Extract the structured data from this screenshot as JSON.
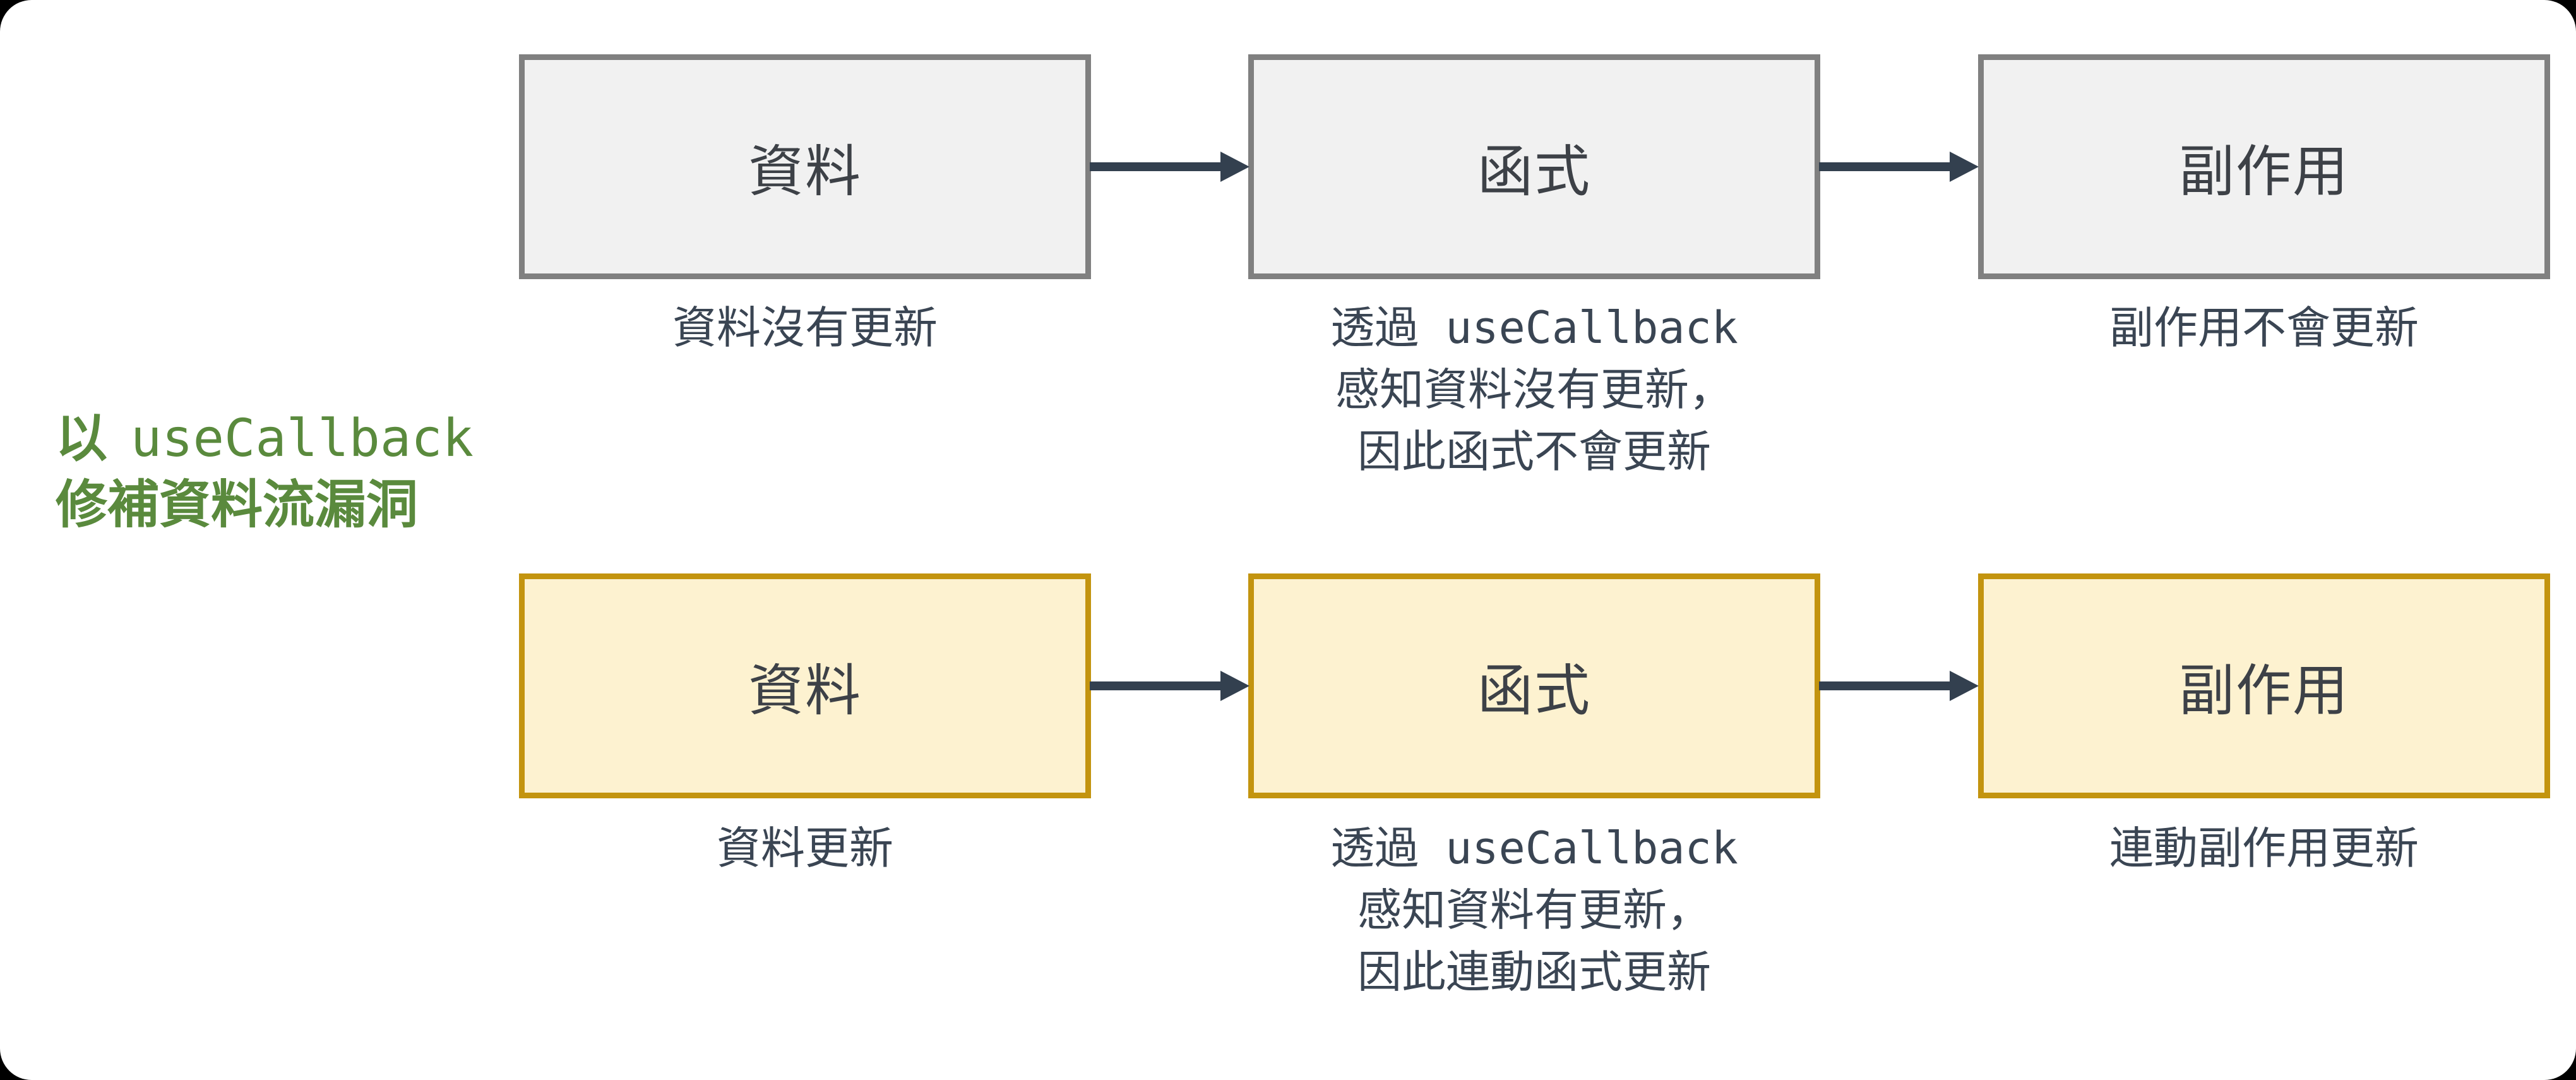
{
  "diagram": {
    "title": {
      "line1_cjk": "以",
      "line1_code": "useCallback",
      "line2": "修補資料流漏洞"
    },
    "rows": [
      {
        "boxes": [
          {
            "label": "資料",
            "caption_lines": [
              "資料沒有更新"
            ]
          },
          {
            "label": "函式",
            "caption_lines": [
              "透過 useCallback",
              "感知資料沒有更新，",
              "因此函式不會更新"
            ]
          },
          {
            "label": "副作用",
            "caption_lines": [
              "副作用不會更新"
            ]
          }
        ]
      },
      {
        "boxes": [
          {
            "label": "資料",
            "caption_lines": [
              "資料更新"
            ]
          },
          {
            "label": "函式",
            "caption_lines": [
              "透過 useCallback",
              "感知資料有更新，",
              "因此連動函式更新"
            ]
          },
          {
            "label": "副作用",
            "caption_lines": [
              "連動副作用更新"
            ]
          }
        ]
      }
    ],
    "colors": {
      "title_green": "#5a8a3d",
      "gray_box_border": "#808080",
      "gray_box_fill": "#f1f1f1",
      "yellow_box_border": "#c3940f",
      "yellow_box_fill": "#fdf2d0",
      "arrow": "#33404f",
      "box_label_text": "#3d4147",
      "caption_text": "#3a4553",
      "canvas_background": "#ffffff",
      "outer_background": "#000000"
    }
  }
}
